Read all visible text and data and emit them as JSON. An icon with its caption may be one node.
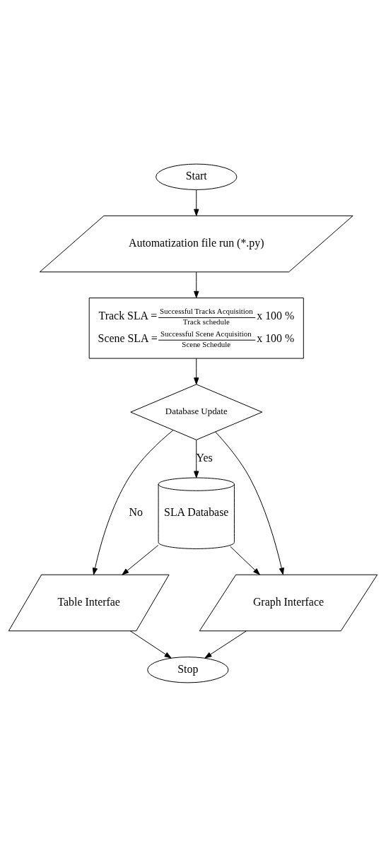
{
  "diagram": {
    "nodes": [
      {
        "text": [
          "Start"
        ]
      },
      {
        "text": [
          "Automatization file run (*.py)"
        ]
      },
      {
        "text": [
          "Track SLA =",
          "Successful Tracks Acquisition",
          "Track schedule",
          "x 100 %",
          "Scene SLA =",
          "Successful Scene Acquisition",
          "Scene Schedule",
          "x 100 %"
        ]
      },
      {
        "text": [
          "Database Update"
        ]
      },
      {
        "text": [
          "SLA Database"
        ]
      },
      {
        "text": [
          "Table Interfae"
        ]
      },
      {
        "text": [
          "Graph Interface"
        ]
      },
      {
        "text": [
          "Stop"
        ]
      }
    ],
    "edges": [
      {
        "from": 0,
        "to": 1,
        "arrow": "to"
      },
      {
        "from": 1,
        "to": 2,
        "arrow": "to"
      },
      {
        "from": 2,
        "to": 3,
        "arrow": "to"
      },
      {
        "from": 3,
        "to": 4,
        "arrow": "to",
        "label": "Yes"
      },
      {
        "from": 3,
        "to": 5,
        "arrow": "to",
        "label": "No"
      },
      {
        "from": 3,
        "to": 6,
        "arrow": "to"
      },
      {
        "from": 4,
        "to": 5,
        "arrow": "to"
      },
      {
        "from": 4,
        "to": 6,
        "arrow": "to"
      },
      {
        "from": 5,
        "to": 7,
        "arrow": "to"
      },
      {
        "from": 6,
        "to": 7,
        "arrow": "to"
      }
    ]
  }
}
